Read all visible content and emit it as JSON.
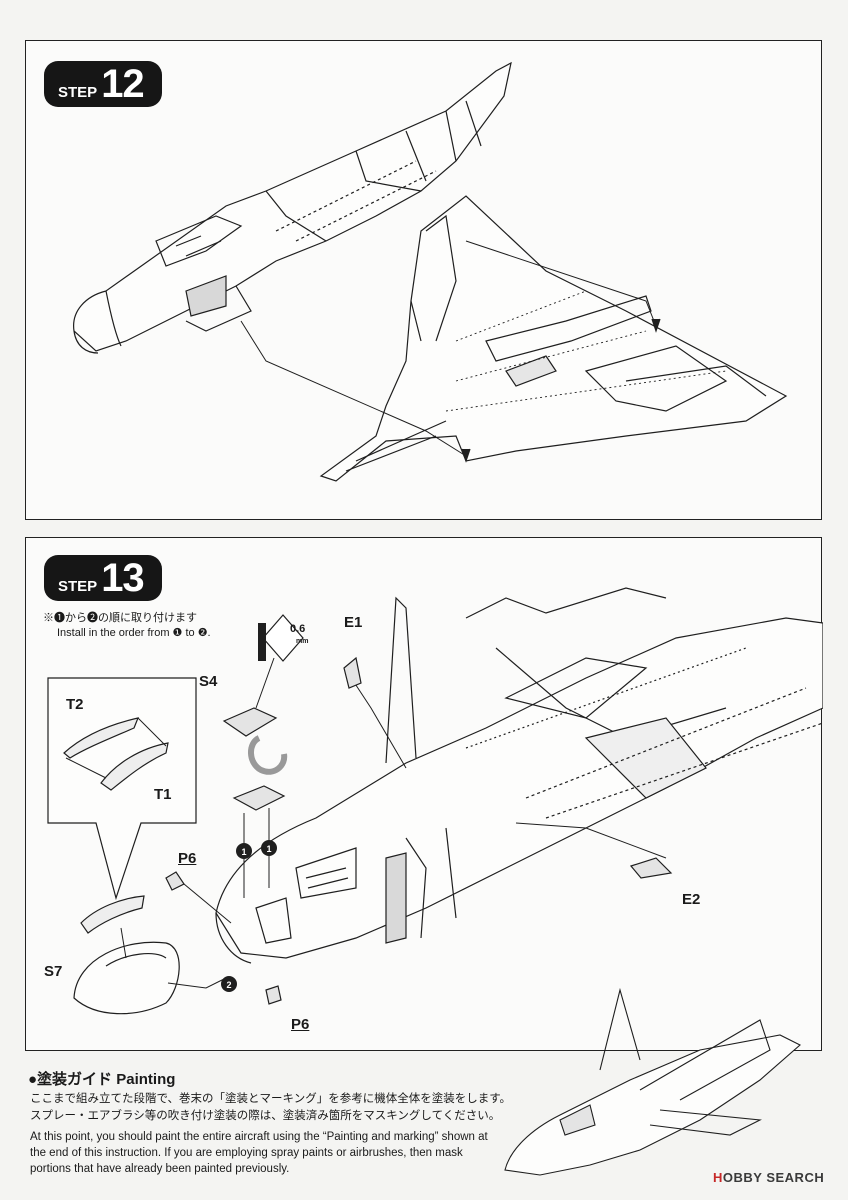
{
  "steps": [
    {
      "word": "STEP",
      "number": "12"
    },
    {
      "word": "STEP",
      "number": "13"
    }
  ],
  "step13": {
    "note_jp": "※❶から❷の順に取り付けます",
    "note_en": "Install in the order from ❶ to ❷.",
    "drill_size": "0.6",
    "drill_unit": "mm",
    "parts": {
      "e1": "E1",
      "e2": "E2",
      "s4": "S4",
      "t1": "T1",
      "t2": "T2",
      "p6_upper": "P6",
      "p6_lower": "P6",
      "s7": "S7"
    },
    "order_marks": {
      "first": "1",
      "second": "2"
    }
  },
  "painting": {
    "title": "●塗装ガイド Painting",
    "jp_line1": "ここまで組み立てた段階で、巻末の「塗装とマーキング」を参考に機体全体を塗装をします。",
    "jp_line2": "スプレー・エアブラシ等の吹き付け塗装の際は、塗装済み箇所をマスキングしてください。",
    "en_text": "At this point, you should paint the entire aircraft using the “Painting and marking” shown at the end of this instruction. If you are employing spray paints or airbrushes, then mask portions that have already been painted previously."
  },
  "watermark": {
    "brand_left": "H",
    "brand_mid": "OBBY",
    "brand_right": " SEARCH"
  },
  "colors": {
    "line": "#1f1f1f",
    "badge": "#161616",
    "paper": "#fbfbfa"
  }
}
